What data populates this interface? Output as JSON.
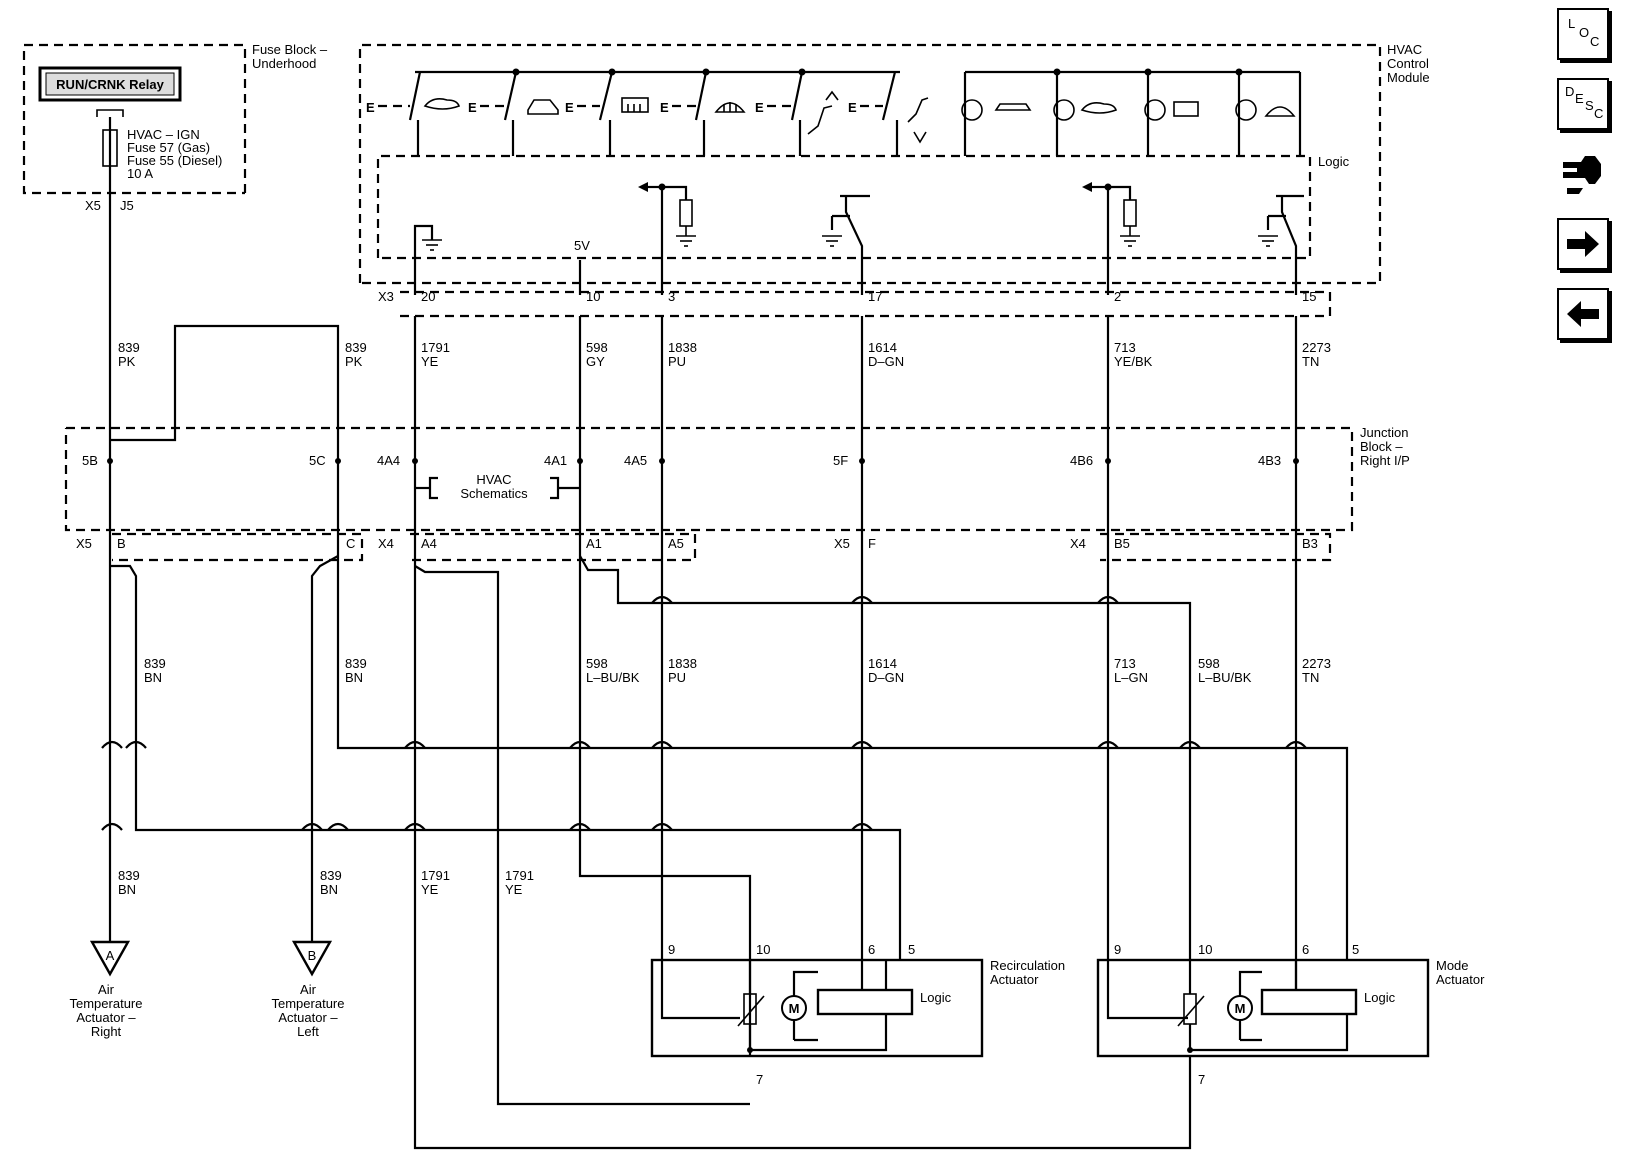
{
  "fuse_block": {
    "title": [
      "Fuse Block –",
      "Underhood"
    ],
    "relay": "RUN/CRNK Relay",
    "fuse_lines": [
      "HVAC – IGN",
      "Fuse 57 (Gas)",
      "Fuse 55 (Diesel)",
      "10 A"
    ],
    "connector": "X5",
    "pin": "J5"
  },
  "hvac_module": {
    "title": [
      "HVAC",
      "Control",
      "Module"
    ],
    "logic": "Logic",
    "icon_e": "E",
    "five_v": "5V",
    "connector": "X3",
    "pins": [
      "20",
      "10",
      "3",
      "17",
      "2",
      "15"
    ]
  },
  "wires_upper": [
    {
      "num": "839",
      "color": "PK"
    },
    {
      "num": "839",
      "color": "PK"
    },
    {
      "num": "1791",
      "color": "YE"
    },
    {
      "num": "598",
      "color": "GY"
    },
    {
      "num": "1838",
      "color": "PU"
    },
    {
      "num": "1614",
      "color": "D–GN"
    },
    {
      "num": "713",
      "color": "YE/BK"
    },
    {
      "num": "2273",
      "color": "TN"
    }
  ],
  "junction_block": {
    "title": [
      "Junction",
      "Block –",
      "Right I/P"
    ],
    "pins": [
      "5B",
      "5C",
      "4A4",
      "4A1",
      "4A5",
      "5F",
      "4B6",
      "4B3"
    ],
    "schematics_ref": [
      "HVAC",
      "Schematics"
    ]
  },
  "lower_connectors": {
    "x5_left": "X5",
    "b": "B",
    "c": "C",
    "x4_left": "X4",
    "a4": "A4",
    "a1": "A1",
    "a5": "A5",
    "x5_mid": "X5",
    "f": "F",
    "x4_right": "X4",
    "b5": "B5",
    "b3": "B3"
  },
  "wires_lower": [
    {
      "num": "839",
      "color": "BN"
    },
    {
      "num": "839",
      "color": "BN"
    },
    {
      "num": "598",
      "color": "L–BU/BK"
    },
    {
      "num": "1838",
      "color": "PU"
    },
    {
      "num": "1614",
      "color": "D–GN"
    },
    {
      "num": "713",
      "color": "L–GN"
    },
    {
      "num": "598",
      "color": "L–BU/BK"
    },
    {
      "num": "2273",
      "color": "TN"
    }
  ],
  "wires_bottom": [
    {
      "num": "839",
      "color": "BN"
    },
    {
      "num": "839",
      "color": "BN"
    },
    {
      "num": "1791",
      "color": "YE"
    },
    {
      "num": "1791",
      "color": "YE"
    }
  ],
  "offpage": [
    {
      "letter": "A",
      "label": [
        "Air",
        "Temperature",
        "Actuator –",
        "Right"
      ]
    },
    {
      "letter": "B",
      "label": [
        "Air",
        "Temperature",
        "Actuator –",
        "Left"
      ]
    }
  ],
  "recirc_actuator": {
    "title": [
      "Recirculation",
      "Actuator"
    ],
    "pins": [
      "9",
      "10",
      "6",
      "5",
      "7"
    ],
    "logic": "Logic",
    "motor": "M"
  },
  "mode_actuator": {
    "title": [
      "Mode",
      "Actuator"
    ],
    "pins": [
      "9",
      "10",
      "6",
      "5",
      "7"
    ],
    "logic": "Logic",
    "motor": "M"
  },
  "nav": {
    "loc": {
      "a": "L",
      "b": "O",
      "c": "C"
    },
    "desc": {
      "a": "D",
      "b": "E",
      "c": "S",
      "d": "C"
    },
    "next_icon": "arrow-right-icon",
    "prev_icon": "arrow-left-icon",
    "connector_icon": "connector-icon"
  }
}
